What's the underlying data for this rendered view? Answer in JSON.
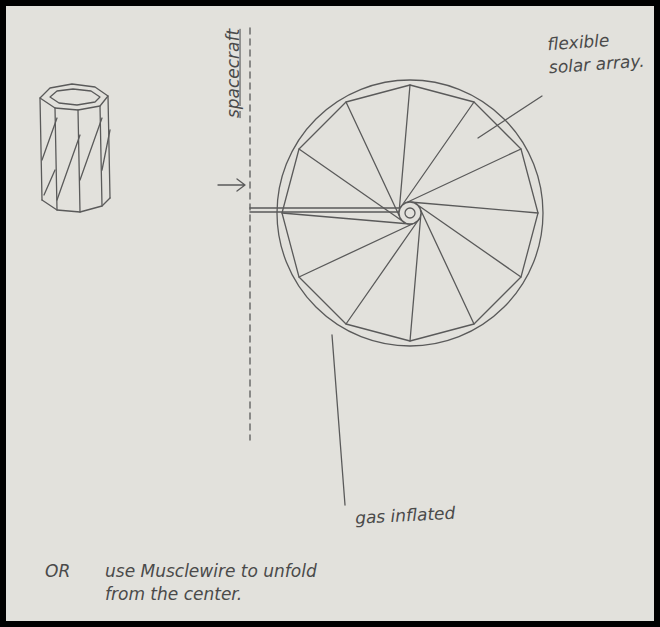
{
  "diagram": {
    "labels": [
      "spacecraft",
      "flexible solar array.",
      "gas inflated",
      "OR",
      "use Musclewire to unfold from the center."
    ]
  }
}
